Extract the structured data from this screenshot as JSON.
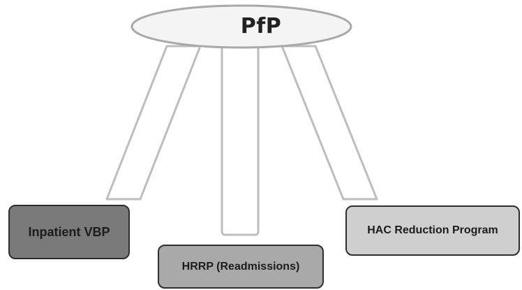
{
  "diagram": {
    "stool_label": "PfP",
    "pillars": [
      {
        "label": "Inpatient VBP",
        "fill": "#7a7a7a"
      },
      {
        "label": "HRRP (Readmissions)",
        "fill": "#a9a9a9"
      },
      {
        "label": "HAC Reduction Program",
        "fill": "#cfcfcf"
      }
    ],
    "colors": {
      "stool_outline": "#bdbdbd",
      "seat_fill": "#f4f4f4",
      "box_border": "#2e2e2e"
    }
  }
}
